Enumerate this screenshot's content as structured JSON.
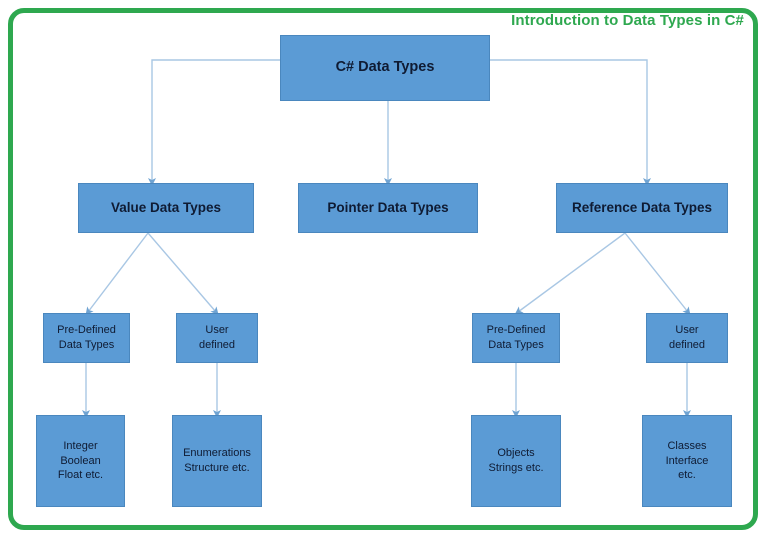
{
  "title": "Introduction to Data Types in C#",
  "colors": {
    "frame": "#2EA84F",
    "title": "#2EA84F",
    "node_fill": "#5B9BD5",
    "node_border": "#4A87BE",
    "connector": "#8FB8DC",
    "text": "#0f1b33",
    "background": "#ffffff"
  },
  "nodes": {
    "root": "C# Data Types",
    "value_data_types": "Value Data Types",
    "pointer_data_types": "Pointer Data Types",
    "reference_data_types": "Reference Data Types",
    "value_predefined": "Pre-Defined\nData Types",
    "value_userdefined": "User\ndefined",
    "reference_predefined": "Pre-Defined\nData Types",
    "reference_userdefined": "User\ndefined",
    "value_predefined_examples": "Integer\nBoolean\nFloat etc.",
    "value_userdefined_examples": "Enumerations\nStructure etc.",
    "reference_predefined_examples": "Objects\nStrings etc.",
    "reference_userdefined_examples": "Classes\nInterface\netc."
  }
}
